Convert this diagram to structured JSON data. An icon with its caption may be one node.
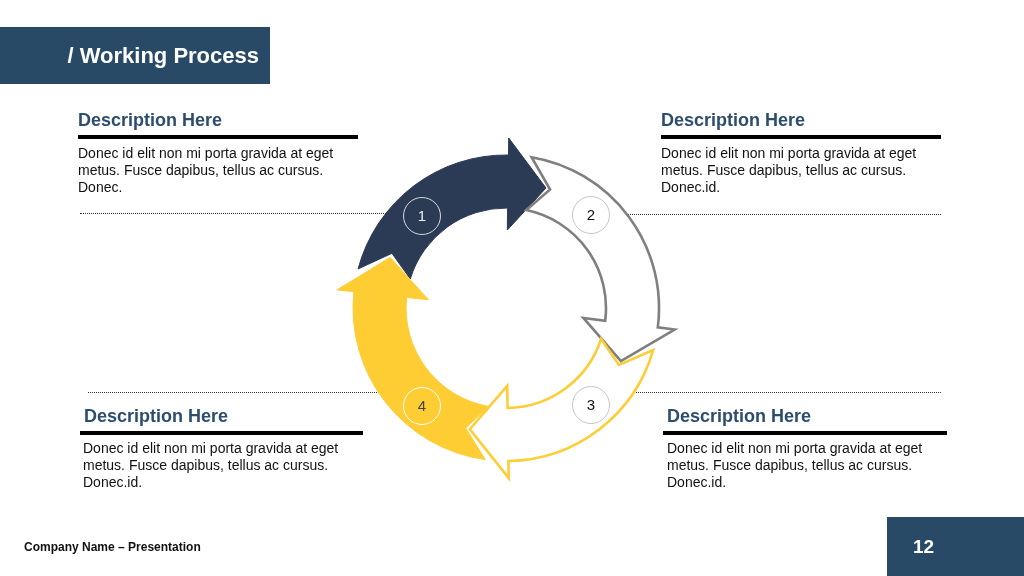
{
  "diagram": {
    "title": "/ Working Process",
    "nodes": [
      {
        "text": [
          "1"
        ]
      },
      {
        "text": [
          "2"
        ]
      },
      {
        "text": [
          "3"
        ]
      },
      {
        "text": [
          "4"
        ]
      }
    ],
    "edges": [
      {
        "from": 0,
        "to": 1,
        "arrow": "to",
        "color": "#2b3a55"
      },
      {
        "from": 1,
        "to": 2,
        "arrow": "to",
        "color": "#7f7f7f"
      },
      {
        "from": 2,
        "to": 3,
        "arrow": "to",
        "color": "#fecd34"
      },
      {
        "from": 3,
        "to": 0,
        "arrow": "to",
        "color": "#fecd34"
      }
    ],
    "labels": [
      "Description Here",
      "Donec id elit non mi porta gravida at eget metus. Fusce dapibus, tellus ac cursus. Donec.",
      "Description Here",
      "Donec id elit non mi porta gravida at eget metus. Fusce dapibus, tellus ac cursus. Donec.id.",
      "Description Here",
      "Donec id elit non mi porta gravida at eget metus. Fusce dapibus, tellus ac cursus. Donec.id.",
      "Description Here",
      "Donec id elit non mi porta gravida at eget metus. Fusce dapibus, tellus ac cursus. Donec.id.",
      "Company Name – Presentation",
      "12"
    ]
  }
}
